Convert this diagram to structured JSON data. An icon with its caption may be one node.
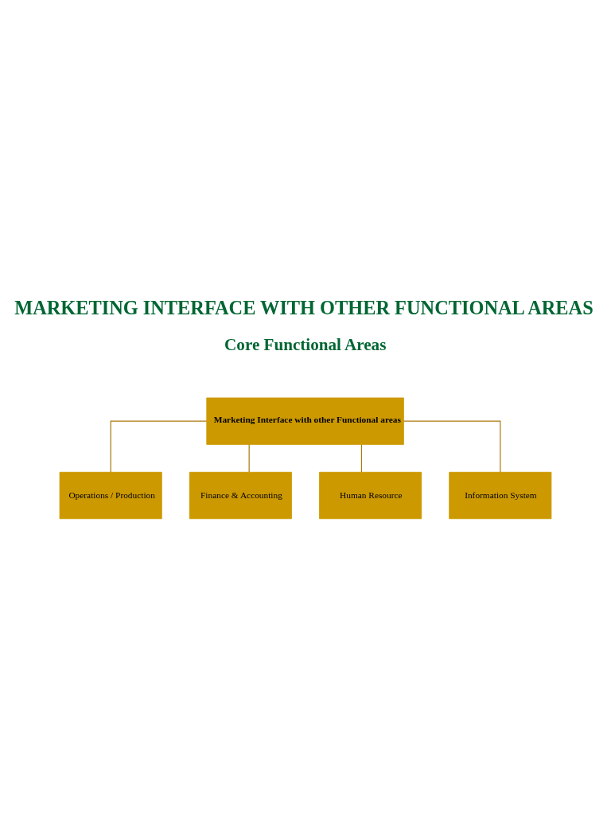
{
  "diagram": {
    "title": "MARKETING INTERFACE WITH OTHER FUNCTIONAL AREAS",
    "nodes": [
      {
        "text": [
          "Marketing Interface with other Functional areas"
        ]
      },
      {
        "text": [
          "Operations / Production"
        ]
      },
      {
        "text": [
          "Finance & Accounting"
        ]
      },
      {
        "text": [
          "Human Resource"
        ]
      },
      {
        "text": [
          "Information System"
        ]
      }
    ],
    "edges": [
      {
        "from": 0,
        "to": 1,
        "arrow": "none"
      },
      {
        "from": 0,
        "to": 2,
        "arrow": "none"
      },
      {
        "from": 0,
        "to": 3,
        "arrow": "none"
      },
      {
        "from": 0,
        "to": 4,
        "arrow": "none"
      }
    ],
    "labels": [
      "Core Functional Areas"
    ]
  }
}
